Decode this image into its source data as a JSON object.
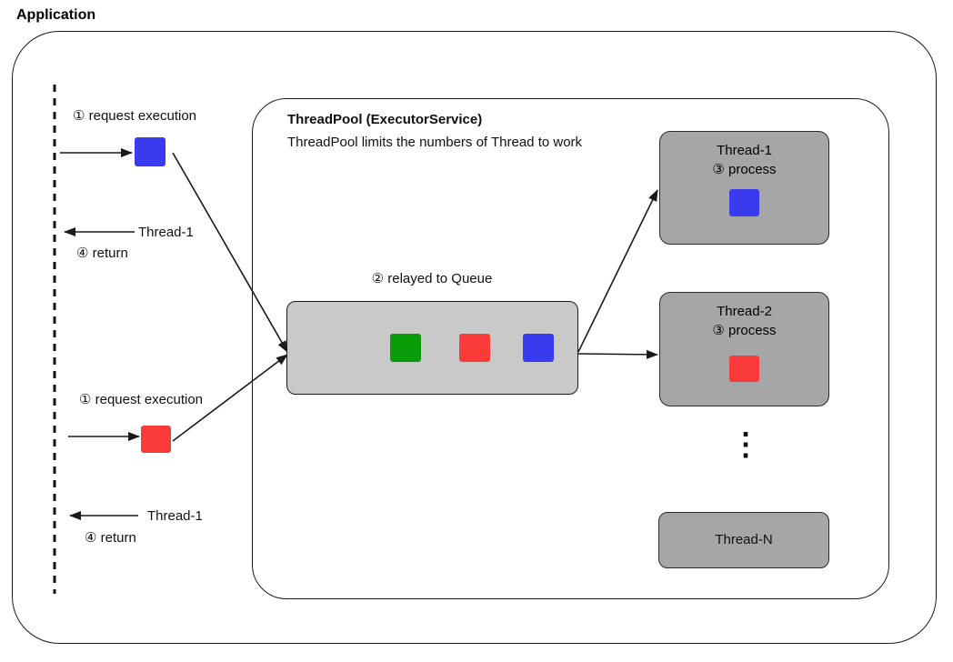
{
  "diagram": {
    "application_label": "Application",
    "lane": {
      "request1_label": "① request execution",
      "return1_thread_label": "Thread-1",
      "return1_label": "④ return",
      "request2_label": "① request execution",
      "return2_thread_label": "Thread-1",
      "return2_label": "④ return"
    },
    "threadpool": {
      "title": "ThreadPool (ExecutorService)",
      "subtitle": "ThreadPool limits the numbers of Thread to work",
      "queue_label": "② relayed to Queue",
      "threads": [
        {
          "name": "Thread-1",
          "step": "③ process",
          "task_color": "#3a3aee"
        },
        {
          "name": "Thread-2",
          "step": "③ process",
          "task_color": "#fb3a3a"
        }
      ],
      "ellipsis": "⋮",
      "thread_n_label": "Thread-N"
    },
    "tasks": {
      "blue": "#3a3aee",
      "red": "#fb3a3a",
      "green": "#0a9d0a"
    },
    "colors": {
      "queue_fill": "#c9c9c9",
      "thread_fill": "#a6a6a6",
      "line": "#1a1a1a"
    }
  }
}
